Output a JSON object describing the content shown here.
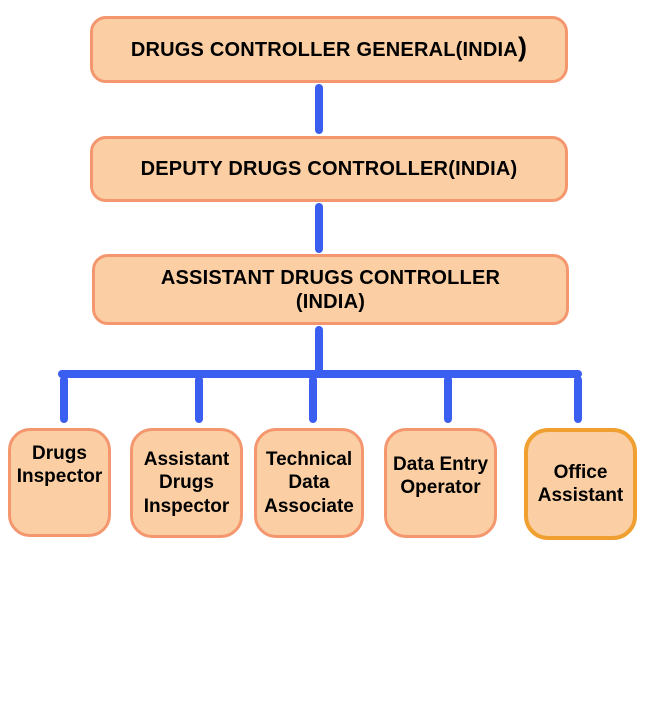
{
  "colors": {
    "box_fill": "#FBCFA3",
    "box_border": "#F4976F",
    "office_box_border": "#F0A030",
    "connector_blue": "#3A5EEF",
    "text_color": "#000000"
  },
  "org_chart": {
    "levels": [
      {
        "label": "DRUGS CONTROLLER GENERAL(INDIA",
        "suffix": ")"
      },
      {
        "label": "DEPUTY DRUGS CONTROLLER(INDIA)"
      },
      {
        "label": "ASSISTANT DRUGS CONTROLLER\n(INDIA)"
      }
    ],
    "subordinates": [
      {
        "label": "Drugs\nInspector"
      },
      {
        "label": "Assistant\nDrugs\nInspector"
      },
      {
        "label": "Technical\nData\nAssociate"
      },
      {
        "label": "Data Entry\nOperator"
      },
      {
        "label": "Office\nAssistant"
      }
    ]
  }
}
